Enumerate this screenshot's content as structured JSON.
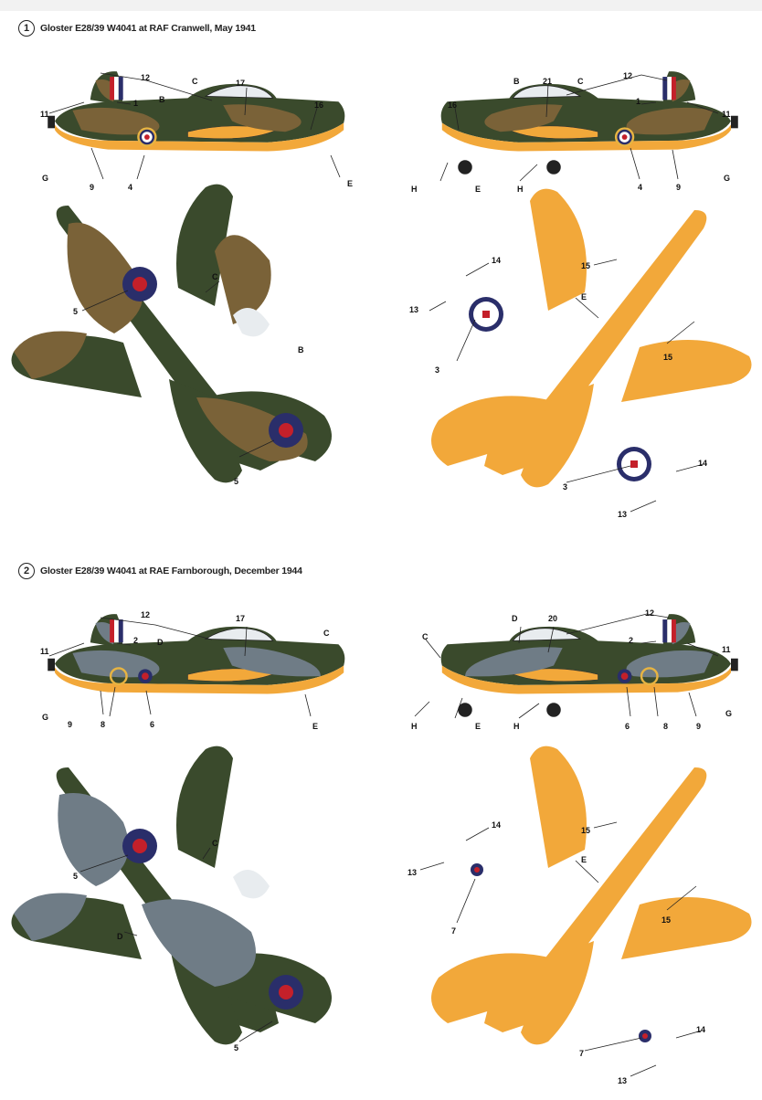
{
  "scheme1": {
    "number": "1",
    "title": "Gloster E28/39 W4041 at RAF Cranwell, May 1941",
    "callouts": {
      "side_left": [
        "11",
        "12",
        "1",
        "B",
        "C",
        "17",
        "16",
        "G",
        "9",
        "4",
        "E"
      ],
      "side_right": [
        "B",
        "21",
        "C",
        "12",
        "1",
        "11",
        "16",
        "4",
        "9",
        "G",
        "H",
        "E",
        "H"
      ],
      "top": [
        "C",
        "B",
        "5",
        "5"
      ],
      "bottom": [
        "14",
        "13",
        "3",
        "E",
        "15",
        "15",
        "14",
        "3",
        "13"
      ]
    }
  },
  "scheme2": {
    "number": "2",
    "title": "Gloster E28/39 W4041 at RAE Farnborough, December 1944",
    "callouts": {
      "side_left": [
        "11",
        "12",
        "2",
        "D",
        "17",
        "C",
        "G",
        "9",
        "8",
        "6",
        "E"
      ],
      "side_right": [
        "C",
        "D",
        "20",
        "12",
        "2",
        "11",
        "H",
        "E",
        "H",
        "6",
        "8",
        "9",
        "G"
      ],
      "top": [
        "C",
        "D",
        "5",
        "5"
      ],
      "bottom": [
        "14",
        "13",
        "7",
        "E",
        "15",
        "15",
        "14",
        "7",
        "13"
      ]
    }
  },
  "colors": {
    "dark_earth": "#7a6238",
    "dark_green": "#3a4a2c",
    "ocean_grey": "#6f7c86",
    "trainer_yellow": "#f2a83a",
    "roundel_blue": "#2a2e6a",
    "roundel_red": "#c4202a",
    "roundel_yellow": "#e7b442"
  }
}
